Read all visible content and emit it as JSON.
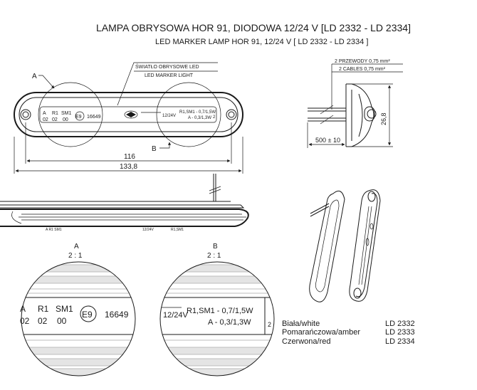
{
  "title": {
    "pl": "LAMPA OBRYSOWA HOR 91, DIODOWA 12/24 V [LD 2332 - LD 2334]",
    "en": "LED MARKER LAMP HOR 91, 12/24 V [ LD 2332 - LD 2334 ]"
  },
  "top_view": {
    "label_a": "A",
    "label_b": "B",
    "callout_pl": "ŚWIATŁO OBRYSOWE LED",
    "callout_en": "LED MARKER LIGHT",
    "dim_116": "116",
    "dim_1338": "133,8",
    "marks": {
      "a": "A",
      "r1": "R1",
      "sm1": "SM1",
      "a_code": "02",
      "r1_code": "02",
      "sm1_code": "00",
      "e9": "E9",
      "approval": "16649",
      "voltage": "12/24V",
      "r1sm1": "R1,SM1 - 0,7/1,5W",
      "a_power": "A - 0,3/1,3W",
      "num": "2"
    }
  },
  "side_view": {
    "cable_pl": "2 PRZEWODY 0,75 mm²",
    "cable_en": "2 CABLES 0,75 mm²",
    "dim_height": "26,8",
    "dim_cable": "500 ± 10"
  },
  "detail_a": {
    "label": "A",
    "scale": "2 : 1",
    "a": "A",
    "r1": "R1",
    "sm1": "SM1",
    "a_code": "02",
    "r1_code": "02",
    "sm1_code": "00",
    "e9": "E9",
    "approval": "16649"
  },
  "detail_b": {
    "label": "B",
    "scale": "2 : 1",
    "voltage": "12/24V",
    "r1sm1": "R1,SM1 - 0,7/1,5W",
    "a_power": "A - 0,3/1,3W",
    "num": "2"
  },
  "variants": [
    {
      "color": "Biała/white",
      "code": "LD 2332"
    },
    {
      "color": "Pomarańczowa/amber",
      "code": "LD 2333"
    },
    {
      "color": "Czerwona/red",
      "code": "LD 2334"
    }
  ]
}
